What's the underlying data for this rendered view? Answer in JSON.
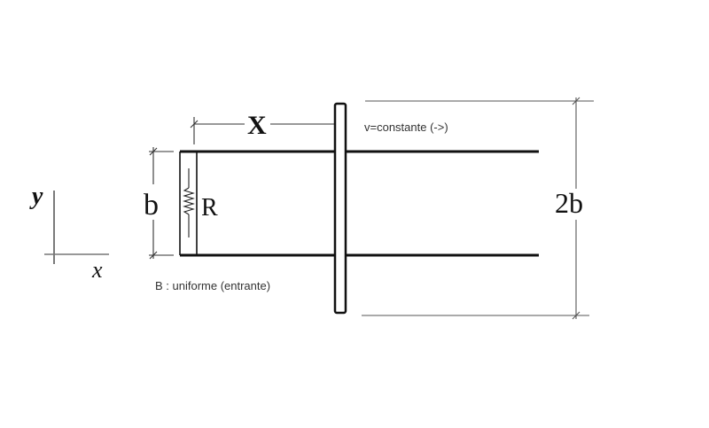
{
  "labels": {
    "axis_y": "y",
    "axis_x": "x",
    "dim_x": "X",
    "dim_b": "b",
    "resistor": "R",
    "dim_2b": "2b",
    "velocity": "v=constante (->)",
    "field": "B : uniforme (entrante)"
  }
}
